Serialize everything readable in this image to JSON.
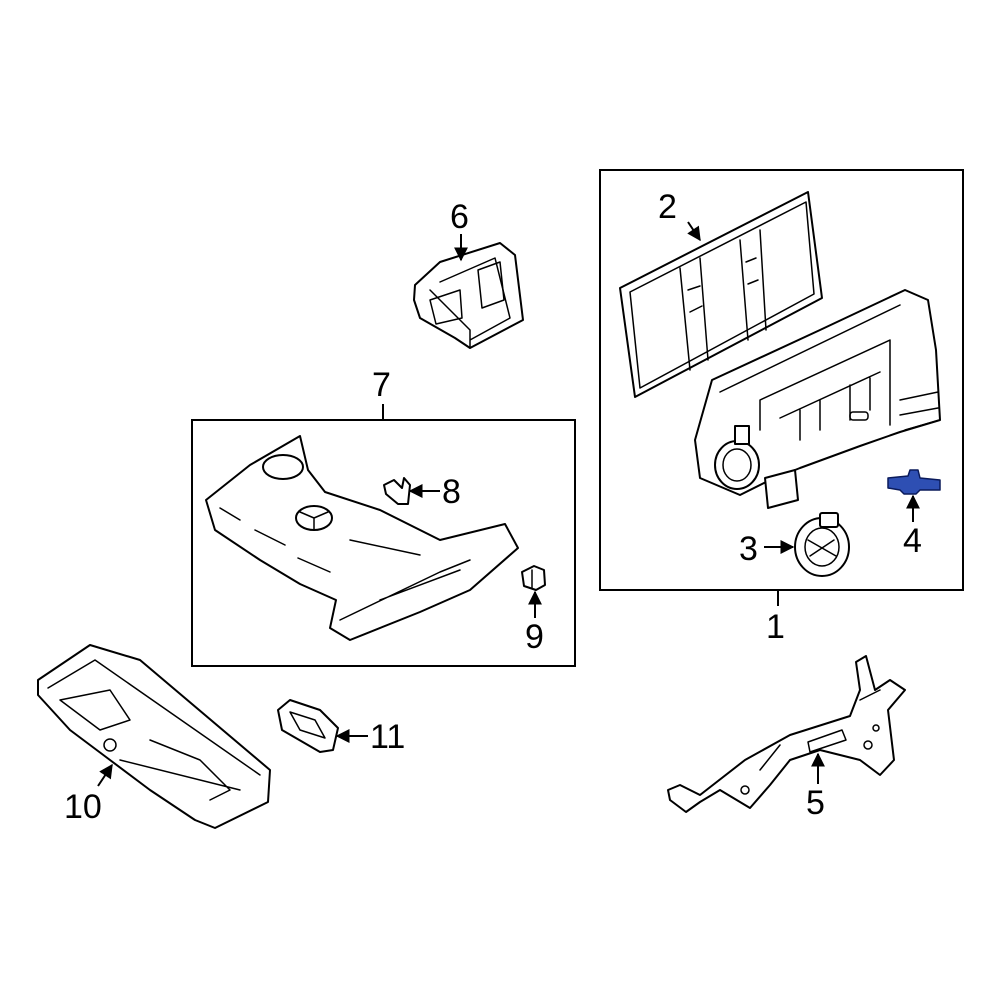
{
  "callouts": {
    "c1": "1",
    "c2": "2",
    "c3": "3",
    "c4": "4",
    "c5": "5",
    "c6": "6",
    "c7": "7",
    "c8": "8",
    "c9": "9",
    "c10": "10",
    "c11": "11"
  },
  "colors": {
    "line": "#000000",
    "background": "#ffffff",
    "highlighted_part": "#2e4fb3"
  }
}
